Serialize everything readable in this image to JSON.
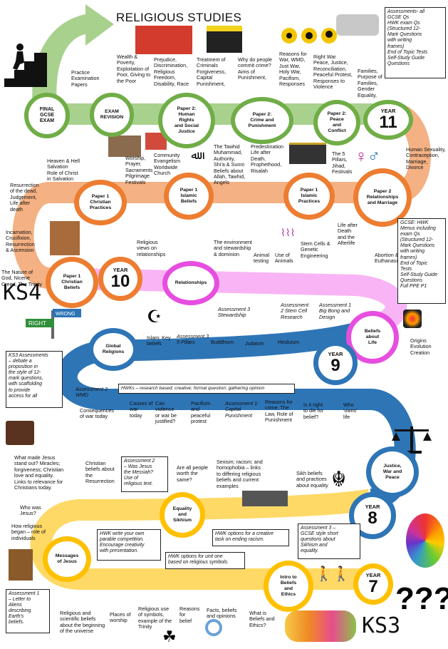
{
  "title": "RELIGIOUS STUDIES",
  "ks4_label": "KS4",
  "ks3_label": "KS3",
  "question_marks": "???",
  "colors": {
    "green": "#8dc63f",
    "orange": "#f39c5a",
    "orange_ring": "#ed7d31",
    "pink": "#f58cf0",
    "pink_ring": "#e64ee0",
    "blue": "#2e75b6",
    "blue_ring": "#2e75b6",
    "yellow": "#ffc000",
    "green_ring": "#70ad47"
  },
  "icons": [
    "stairs-climber-icon",
    "star-and-crescent-icon",
    "right-wrong-sign-icon",
    "scales-icon",
    "khanda-icon",
    "bible-icon",
    "male-female-icon",
    "atom-icon"
  ],
  "nodes": {
    "final_exam": "FINAL\nGCSE\nEXAM",
    "exam_revision": "EXAM\nREVISION",
    "paper2_human_rights": "Paper 2:\nHuman\nRights\nand Social\nJustice",
    "paper2_crime": "Paper 2:\nCrime and\nPunishment",
    "paper2_peace": "Paper 2:\nPeace\nand\nConflict",
    "year11": {
      "label": "YEAR",
      "num": "11"
    },
    "paper2_relationships": "Paper 2\nRelationships\nand Marriage",
    "paper1_islamic_practices": "Paper 1\nIslamic\nPractices",
    "paper1_islamic_beliefs": "Paper 1\nIslamic\nBeliefs",
    "paper1_christian_practices": "Paper 1\nChristian\nPractices",
    "paper1_christian_beliefs": "Paper 1\nChristian\nBeliefs",
    "year10": {
      "label": "YEAR",
      "num": "10"
    },
    "relationships": "Relationships",
    "beliefs_about_life": "Beliefs\nabout\nLife",
    "year9": {
      "label": "YEAR",
      "num": "9"
    },
    "global_religions": "Global\nReligions",
    "justice_war_peace": "Justice,\nWar and\nPeace",
    "year8": {
      "label": "YEAR",
      "num": "8"
    },
    "equality_sikhism": "Equality\nand\nSikhism",
    "messages_of_jesus": "Messages\nof Jesus",
    "intro_beliefs": "Intro to\nBeliefs\nand\nEthics",
    "year7": {
      "label": "YEAR",
      "num": "7"
    }
  },
  "labels": {
    "practice_papers": "Practice\nExamination\nPapers",
    "wealth": "Wealth &\nPoverty,\nExploitation of\nPoor, Giving to\nthe Poor",
    "prejudice": "Prejudice,\nDiscrimination,\nReligious\nFreedom,\nDisability, Race",
    "treatment": "Treatment of\nCriminals\nForgiveness,\nCapital\nPunishment,",
    "why_crime": "Why do people\ncommit crime?\nAims of\nPunishment,",
    "reasons_war": "Reasons for\nWar, WMD,\nJust War,\nHoly War,\nPacifism,\nResponses",
    "right_war": "Right War\nPeace, Justice,\nReconciliation,\nPeaceful Protest,\nResponses to\nViolence",
    "families": "Families,\nPurpose of\nFamilies,\nGender\nEquality,",
    "human_sexuality": "Human Sexuality,\nContraception,\nMarriage,\nDivorce",
    "five_pillars": "The 5\nPillars,\nJihad,\nFestivals",
    "predestination": "Predestination\nLife after\nDeath,\nProphethood,\nRisalah",
    "tawhid": "The Tawhid\nMuhammad,\nAuthority,\nShi'a & Sunni\nBeliefs about\nAllah, Tawhid,\nAngels",
    "community": "Community\nEvangelism\nWorldwide\nChurch",
    "worship": "Worship,\nPrayer,\nSacraments\nPilgrimage\nFestivals",
    "heaven_hell": "Heaven & Hell\nSalvation\nRole of Christ\nin Salvation",
    "resurrection": "Resurrection\nof the dead,\nJudgement,\nLife after\ndeath",
    "incarnation": "Incarnation,\nCrucifixion,\nResurrection\n& Ascension",
    "nature_god": "The Nature of\nGod, Nicene\nCreed,  The Trinity",
    "religious_views": "Religious\nviews on\nrelationships",
    "environment": "The environment\nand stewardship\n& dominion",
    "animal_testing": "Animal\ntesting",
    "use_animals": "Use of\nAnimals",
    "stem_cells": "Stem Cells &\nGenetic\nEngineering",
    "life_after_death": "Life after\nDeath\nand the\nAfterlife",
    "abortion": "Abortion &\nEuthanasia",
    "origins": "Origins\nEvolution\nCreation",
    "islam_key": "Islam: Key\nbeliefs",
    "buddhism": "Buddhism",
    "judaism": "Judaism",
    "hinduism": "Hinduism",
    "consequences": "Consequences\nof war today",
    "causes": "Causes of\nwar\ntoday",
    "can_violence": "Can\nviolence\nor war be\njustified?",
    "pacifism": "Pacifism\nand\npeaceful\nprotest",
    "reasons_crime": "Reasons for\ncrime, The\nLaw, Role of\nPunishment",
    "is_it_right": "Is it right\nto die for\nbelief?",
    "who_owns": "Who\n'owns'\nlife",
    "what_made_jesus": "What made Jesus\nstand out? Miracles;\nforgiveness; Christian\nlove and equality.\nLinks to relevance for\nChristians today.",
    "christian_resurrection": "Christian\nbeliefs about\nthe\nResurrection",
    "are_all_people": "Are all people\nworth the\nsame?",
    "sexism": "Sexism; racism; and\nhomophobia – links\nto differing religious\nbeliefs and current\nexamples",
    "sikh_beliefs": "Sikh beliefs\nand practices\nabout equality",
    "who_was_jesus": "Who was\nJesus?",
    "how_religious": "How religious\nbegan – role of\nindividuals",
    "religious_science": "Religious and\nscientific beliefs\nabout the beginning\nof the universe",
    "places_worship": "Places of\nworship",
    "religious_symbols": "Religious use\nof symbols,\nexample of the\nTrinity",
    "reasons_belief": "Reasons\nfor\nbelief",
    "facts_beliefs": "Facts, beliefs\nand opinions",
    "what_is": "What is\nBeliefs and\nEthics?"
  },
  "assessments": {
    "a3_stewardship": "Assessment 3\nStewardship",
    "a2_stem": "Assessment\n2 Stem Cell\nResearch",
    "a1_bigbang": "Assessment 1\nBig Bong and\nDesign",
    "a3_pillars": "Assessment 3\n5 Pillars",
    "a2_wmd": "Assessment 2\nWMD",
    "a1_capital": "Assessment 1:\nCapital\nPunishment"
  },
  "boxes": {
    "gcse_assessments": "Assessments- all\nGCSE Qs\nHWK exam Qs\n(Structured 12-\nMark Questions\nwith writing\nframes)\nEnd of Topic Tests\nSelf-Study Guide\nQuestions",
    "gcse_hwk": "GCSE: HWK\nMenus including\nexam Qs\n(Structured 12-\nMark Questions\nwith writing\nframes)\nEnd of Topic\nTests\nSelf-Study Guide\nQuestions\nFull PPE P1",
    "ks3_assessments": "KS3 Assessments\n– debate a\nproposition in\nthe style of 12-\nmark questions,\nwith scaffolding\nto provide\naccess for all",
    "hwks_research": "HWKs – research based; creative; formal question; gathering opinion",
    "a2_messiah": "Assessment 2\n– Was Jesus\nthe Messiah?\nUse of\nreligious text.",
    "hwk_parable": "HWK write your own\nparable competition.\nEncourage creativity\nwith presentation.",
    "hwk_racism": "HWK options for a creative\ntask on ending racism.",
    "a3_sikhism": "Assessment 3 –\nGCSE style short\nquestions about\nSikhism and\nequality.",
    "hwk_symbols": "HWK options for unit one\nbased on religious symbols.",
    "a1_letter": "Assessment 1\n– Letter to\nAliens\ndescribing\nEarth's\nbeliefs."
  },
  "sign": {
    "right": "RIGHT",
    "wrong": "WRONG"
  }
}
